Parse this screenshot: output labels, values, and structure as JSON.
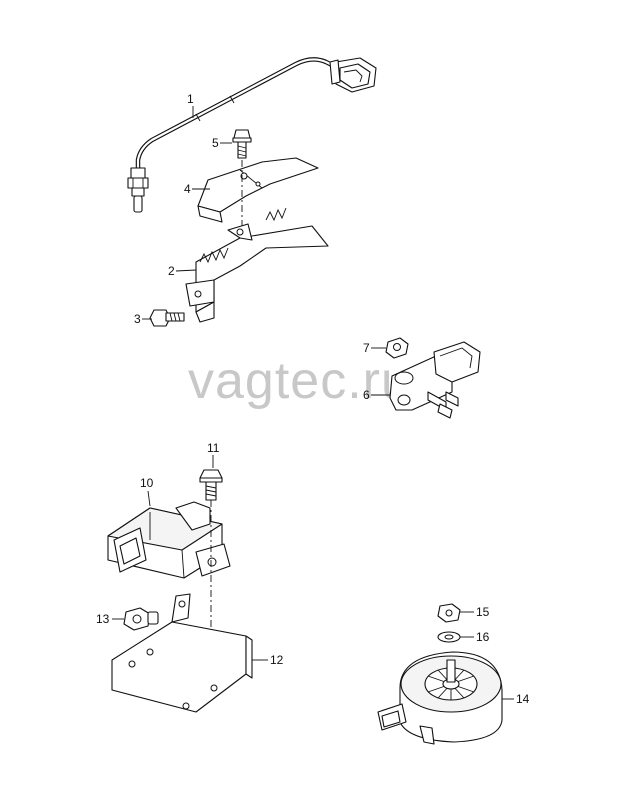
{
  "watermark": "vagtec.ru",
  "callouts": {
    "c1": "1",
    "c2": "2",
    "c3": "3",
    "c4": "4",
    "c5": "5",
    "c6": "6",
    "c7": "7",
    "c10": "10",
    "c11": "11",
    "c12": "12",
    "c13": "13",
    "c14": "14",
    "c15": "15",
    "c16": "16"
  },
  "parts": [
    {
      "number": "1",
      "icon": "exhaust-temperature-sensor"
    },
    {
      "number": "2",
      "icon": "sensor-bracket"
    },
    {
      "number": "3",
      "icon": "bolt"
    },
    {
      "number": "4",
      "icon": "heat-shield"
    },
    {
      "number": "5",
      "icon": "bolt"
    },
    {
      "number": "6",
      "icon": "pressure-sensor"
    },
    {
      "number": "7",
      "icon": "nut"
    },
    {
      "number": "10",
      "icon": "control-unit"
    },
    {
      "number": "11",
      "icon": "bolt"
    },
    {
      "number": "12",
      "icon": "mounting-bracket"
    },
    {
      "number": "13",
      "icon": "nut"
    },
    {
      "number": "14",
      "icon": "blower-motor"
    },
    {
      "number": "15",
      "icon": "nut"
    },
    {
      "number": "16",
      "icon": "washer"
    }
  ]
}
